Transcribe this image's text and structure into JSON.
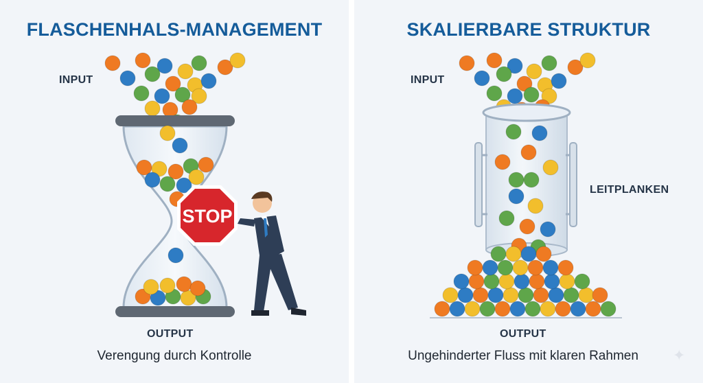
{
  "left_panel": {
    "title": "FLASCHENHALS-MANAGEMENT",
    "input_label": "INPUT",
    "output_label": "OUTPUT",
    "stop_sign_text": "STOP",
    "caption": "Verengung durch Kontrolle"
  },
  "right_panel": {
    "title": "SKALIERBARE STRUKTUR",
    "input_label": "INPUT",
    "guardrail_label": "LEITPLANKEN",
    "output_label": "OUTPUT",
    "caption": "Ungehinderter Fluss mit klaren Rahmen"
  },
  "colors": {
    "title": "#155c9a",
    "ball_orange": "#ef7a22",
    "ball_blue": "#2e7cc4",
    "ball_green": "#5fa64a",
    "ball_yellow": "#f2be2c",
    "stop_red": "#d7262c"
  },
  "icons": [
    "hourglass-icon",
    "stop-sign-icon",
    "businessman-icon",
    "cylinder-icon",
    "ball-pile-icon",
    "sparkle-icon"
  ]
}
